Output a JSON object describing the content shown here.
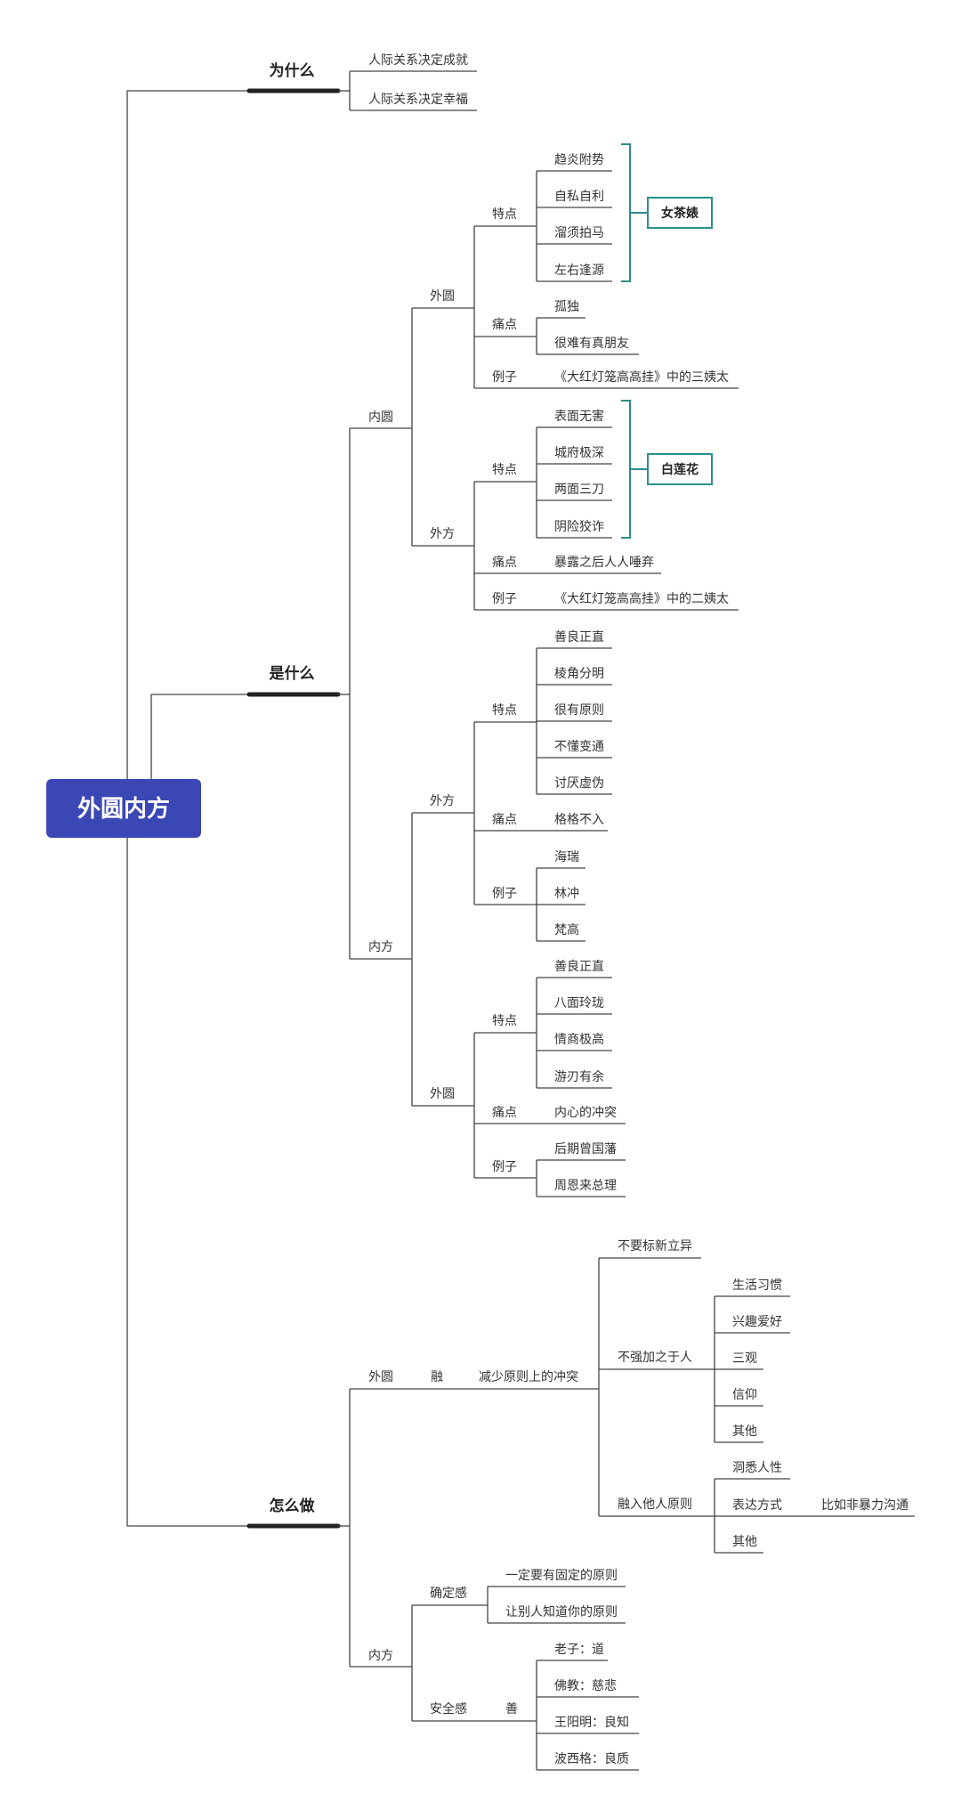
{
  "root": "外圆内方",
  "why": {
    "label": "为什么",
    "items": [
      "人际关系决定成就",
      "人际关系决定幸福"
    ]
  },
  "what": {
    "label": "是什么",
    "inner_round": {
      "label": "内圆",
      "outer_round": {
        "label": "外圆",
        "traits_label": "特点",
        "traits": [
          "趋炎附势",
          "自私自利",
          "溜须拍马",
          "左右逢源"
        ],
        "tag": "女茶婊",
        "pain_label": "痛点",
        "pains": [
          "孤独",
          "很难有真朋友"
        ],
        "example_label": "例子",
        "example": "《大红灯笼高高挂》中的三姨太"
      },
      "outer_square": {
        "label": "外方",
        "traits_label": "特点",
        "traits": [
          "表面无害",
          "城府极深",
          "两面三刀",
          "阴险狡诈"
        ],
        "tag": "白莲花",
        "pain_label": "痛点",
        "pain": "暴露之后人人唾弃",
        "example_label": "例子",
        "example": "《大红灯笼高高挂》中的二姨太"
      }
    },
    "inner_square": {
      "label": "内方",
      "outer_square": {
        "label": "外方",
        "traits_label": "特点",
        "traits": [
          "善良正直",
          "棱角分明",
          "很有原则",
          "不懂变通",
          "讨厌虚伪"
        ],
        "pain_label": "痛点",
        "pain": "格格不入",
        "example_label": "例子",
        "examples": [
          "海瑞",
          "林冲",
          "梵高"
        ]
      },
      "outer_round": {
        "label": "外圆",
        "traits_label": "特点",
        "traits": [
          "善良正直",
          "八面玲珑",
          "情商极高",
          "游刃有余"
        ],
        "pain_label": "痛点",
        "pain": "内心的冲突",
        "example_label": "例子",
        "examples": [
          "后期曾国藩",
          "周恩来总理"
        ]
      }
    }
  },
  "how": {
    "label": "怎么做",
    "outer_round": {
      "label": "外圆",
      "blend": "融",
      "reduce": "减少原则上的冲突",
      "no_diff": "不要标新立异",
      "no_force": {
        "label": "不强加之于人",
        "items": [
          "生活习惯",
          "兴趣爱好",
          "三观",
          "信仰",
          "其他"
        ]
      },
      "merge": {
        "label": "融入他人原则",
        "items": [
          "洞悉人性",
          "表达方式",
          "其他"
        ],
        "expression_note": "比如非暴力沟通"
      }
    },
    "inner_square": {
      "label": "内方",
      "certainty": {
        "label": "确定感",
        "items": [
          "一定要有固定的原则",
          "让别人知道你的原则"
        ]
      },
      "security": {
        "label": "安全感",
        "good": "善",
        "items": [
          "老子：道",
          "佛教：慈悲",
          "王阳明：良知",
          "波西格：良质"
        ]
      }
    }
  },
  "colors": {
    "root_fill": "#3b47b5",
    "bracket": "#2b8f8a",
    "line": "#444444"
  }
}
